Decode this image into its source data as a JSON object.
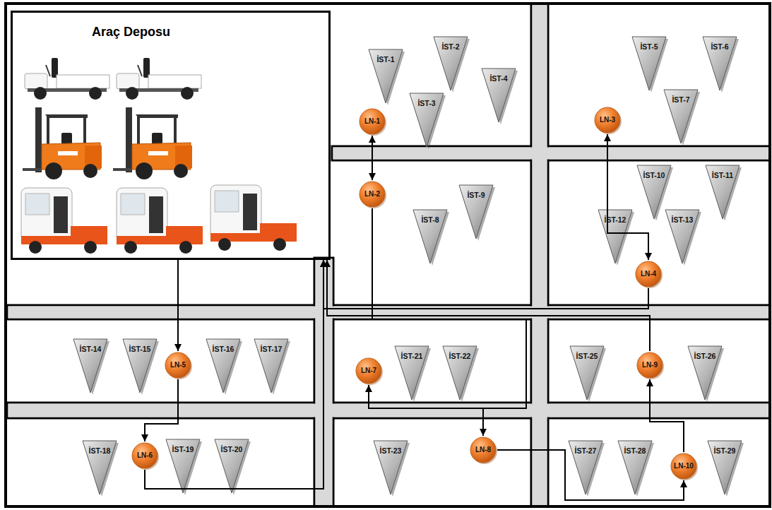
{
  "diagram": {
    "nodes": [
      {
        "text": [
          "Araç Deposu"
        ]
      },
      {
        "text": [
          "İST-1"
        ]
      },
      {
        "text": [
          "İST-2"
        ]
      },
      {
        "text": [
          "İST-3"
        ]
      },
      {
        "text": [
          "İST-4"
        ]
      },
      {
        "text": [
          "LN-1"
        ]
      },
      {
        "text": [
          "İST-5"
        ]
      },
      {
        "text": [
          "İST-6"
        ]
      },
      {
        "text": [
          "İST-7"
        ]
      },
      {
        "text": [
          "LN-3"
        ]
      },
      {
        "text": [
          "LN-2"
        ]
      },
      {
        "text": [
          "İST-8"
        ]
      },
      {
        "text": [
          "İST-9"
        ]
      },
      {
        "text": [
          "İST-10"
        ]
      },
      {
        "text": [
          "İST-11"
        ]
      },
      {
        "text": [
          "İST-12"
        ]
      },
      {
        "text": [
          "İST-13"
        ]
      },
      {
        "text": [
          "LN-4"
        ]
      },
      {
        "text": [
          "İST-14"
        ]
      },
      {
        "text": [
          "İST-15"
        ]
      },
      {
        "text": [
          "LN-5"
        ]
      },
      {
        "text": [
          "İST-16"
        ]
      },
      {
        "text": [
          "İST-17"
        ]
      },
      {
        "text": [
          "LN-7"
        ]
      },
      {
        "text": [
          "İST-21"
        ]
      },
      {
        "text": [
          "İST-22"
        ]
      },
      {
        "text": [
          "İST-25"
        ]
      },
      {
        "text": [
          "LN-9"
        ]
      },
      {
        "text": [
          "İST-26"
        ]
      },
      {
        "text": [
          "İST-18"
        ]
      },
      {
        "text": [
          "LN-6"
        ]
      },
      {
        "text": [
          "İST-19"
        ]
      },
      {
        "text": [
          "İST-20"
        ]
      },
      {
        "text": [
          "İST-23"
        ]
      },
      {
        "text": [
          "LN-8"
        ]
      },
      {
        "text": [
          "İST-27"
        ]
      },
      {
        "text": [
          "İST-28"
        ]
      },
      {
        "text": [
          "LN-10"
        ]
      },
      {
        "text": [
          "İST-29"
        ]
      }
    ],
    "edges": [
      {
        "from": 0,
        "to": 20,
        "arrow": "to"
      },
      {
        "from": 20,
        "to": 30,
        "arrow": "to"
      },
      {
        "from": 30,
        "to": 0,
        "arrow": "to"
      },
      {
        "from": 5,
        "to": 10,
        "arrow": "both"
      },
      {
        "from": 10,
        "to": 23,
        "arrow": "to"
      },
      {
        "from": 10,
        "to": 34,
        "arrow": "to"
      },
      {
        "from": 34,
        "to": 37,
        "arrow": "to"
      },
      {
        "from": 37,
        "to": 27,
        "arrow": "to"
      },
      {
        "from": 9,
        "to": 17,
        "arrow": "both"
      },
      {
        "from": 17,
        "to": 0,
        "arrow": "to"
      },
      {
        "from": 27,
        "to": 0,
        "arrow": "to"
      }
    ]
  }
}
